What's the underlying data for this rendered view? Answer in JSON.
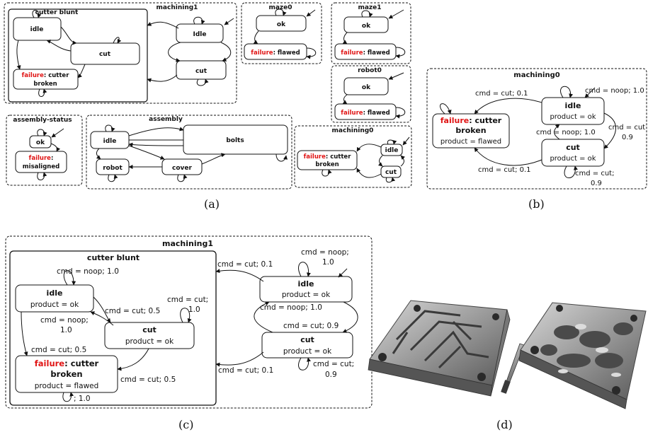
{
  "colors": {
    "failure": "#e01515",
    "stroke": "#111111",
    "text": "#111111"
  },
  "captions": {
    "a": "(a)",
    "b": "(b)",
    "c": "(c)",
    "d": "(d)"
  },
  "photo": {
    "description_icon": "machined-maze-and-cutter-photo-icon"
  },
  "failure_label": "failure",
  "panel_a": {
    "machining1": {
      "title": "machining1",
      "inner_title": "cutter blunt",
      "idle": "idle",
      "cut": "cut",
      "failure_rest": ": cutter",
      "broken": "broken",
      "outer_idle": "Idle",
      "outer_cut": "cut"
    },
    "maze0": {
      "title": "maze0",
      "ok": "ok",
      "failure_rest": ": flawed"
    },
    "maze1": {
      "title": "maze1",
      "ok": "ok",
      "failure_rest": ": flawed"
    },
    "robot0": {
      "title": "robot0",
      "ok": "ok",
      "failure_rest": ": flawed"
    },
    "assembly_status": {
      "title": "assembly-status",
      "ok": "ok",
      "failure_rest": ":",
      "misaligned": "misaligned"
    },
    "assembly": {
      "title": "assembly",
      "idle": "idle",
      "robot": "robot",
      "cover": "cover",
      "bolts": "bolts"
    },
    "machining0": {
      "title": "machining0",
      "failure_rest": ": cutter",
      "broken": "broken",
      "idle": "idle",
      "cut": "cut"
    }
  },
  "panel_b": {
    "title": "machining0",
    "failure_rest": ": cutter",
    "broken": "broken",
    "product_flawed": "product = flawed",
    "idle": "idle",
    "product_ok": "product = ok",
    "cut": "cut",
    "labels": {
      "fail_loop": "cmd = cut; 0.1",
      "idle_loop": "cmd = noop; 1.0",
      "cut_to_idle": "cmd = noop; 1.0",
      "idle_to_cut_1": "cmd = cut",
      "idle_to_cut_2": "0.9",
      "cut_to_fail": "cmd = cut; 0.1",
      "cut_loop_1": "cmd = cut;",
      "cut_loop_2": "0.9"
    }
  },
  "panel_c": {
    "title": "machining1",
    "inner_title": "cutter blunt",
    "idle": "idle",
    "product_ok": "product = ok",
    "cut": "cut",
    "failure_rest": ": cutter",
    "broken": "broken",
    "product_flawed": "product = flawed",
    "labels": {
      "idle_loop": "cmd = noop; 1.0",
      "idle_to_cut": "cmd = cut; 0.5",
      "cut_loop_1": "cmd = cut;",
      "cut_loop_2": "1.0",
      "cut_to_idle_1": "cmd = noop;",
      "cut_to_idle_2": "1.0",
      "idle_to_fail": "cmd = cut; 0.5",
      "cut_to_fail": "cmd = cut; 0.5",
      "fail_loop": "; 1.0",
      "to_blunt_top": "cmd = cut; 0.1",
      "outer_idle_loop_1": "cmd = noop;",
      "outer_idle_loop_2": "1.0",
      "outer_cut_to_idle": "cmd = noop; 1.0",
      "outer_idle_to_cut": "cmd = cut; 0.9",
      "to_blunt_bottom": "cmd = cut; 0.1",
      "outer_cut_loop_1": "cmd = cut;",
      "outer_cut_loop_2": "0.9"
    }
  }
}
